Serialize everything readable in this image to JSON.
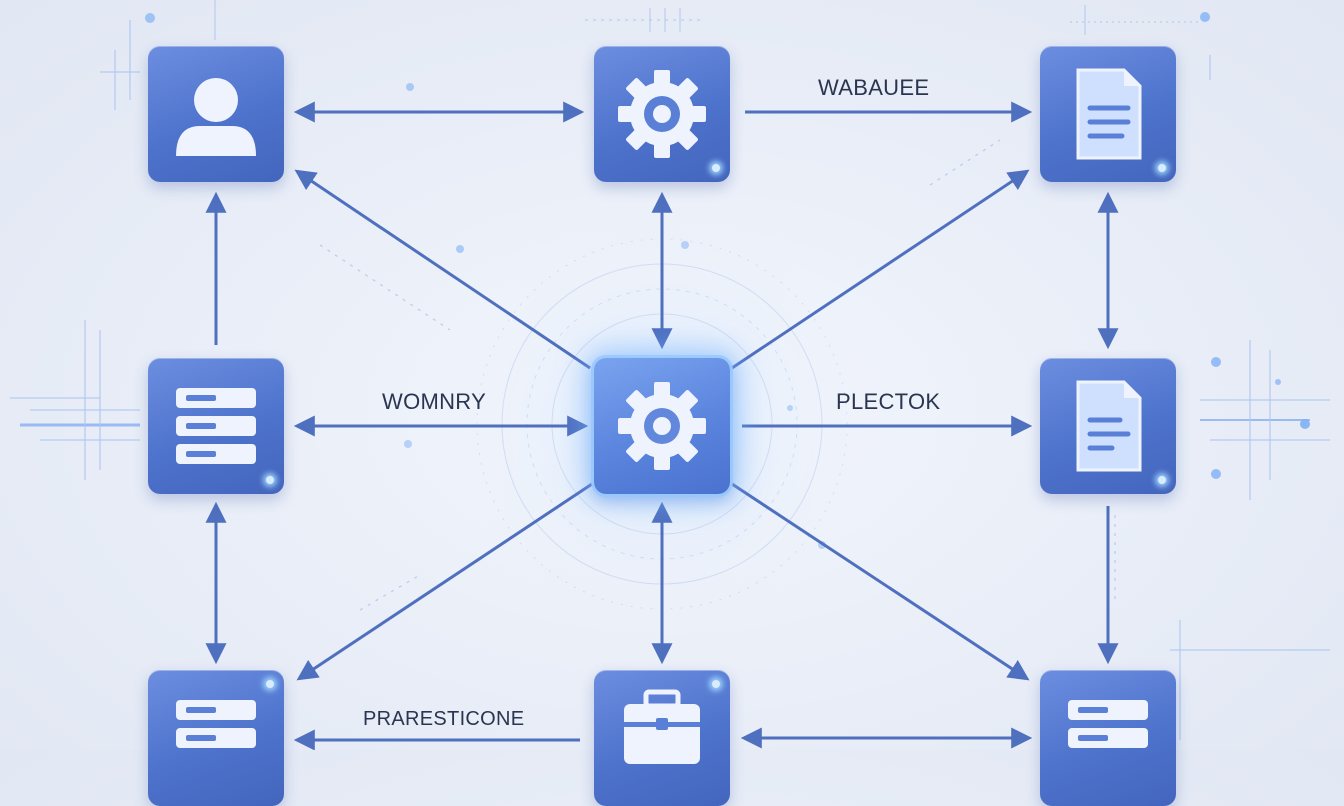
{
  "labels": {
    "top_edge": "WABAUEE",
    "middle_left_edge": "WOMNRY",
    "middle_right_edge": "PLECTOK",
    "bottom_edge": "PRARESTICONE"
  },
  "nodes": [
    {
      "id": "user",
      "icon": "user-icon"
    },
    {
      "id": "top-gear",
      "icon": "gear-icon"
    },
    {
      "id": "top-document",
      "icon": "document-icon"
    },
    {
      "id": "left-server",
      "icon": "server-icon"
    },
    {
      "id": "hub-gear",
      "icon": "gear-icon"
    },
    {
      "id": "right-document",
      "icon": "document-icon"
    },
    {
      "id": "bottom-left-server",
      "icon": "server-icon"
    },
    {
      "id": "bottom-briefcase",
      "icon": "briefcase-icon"
    },
    {
      "id": "bottom-right-server",
      "icon": "server-icon"
    }
  ],
  "colors": {
    "node": "#4e73cc",
    "hub_glow": "#8cc4ff",
    "arrow": "#4f6fbf",
    "background": "#e8edf7",
    "label": "#2a3550"
  }
}
